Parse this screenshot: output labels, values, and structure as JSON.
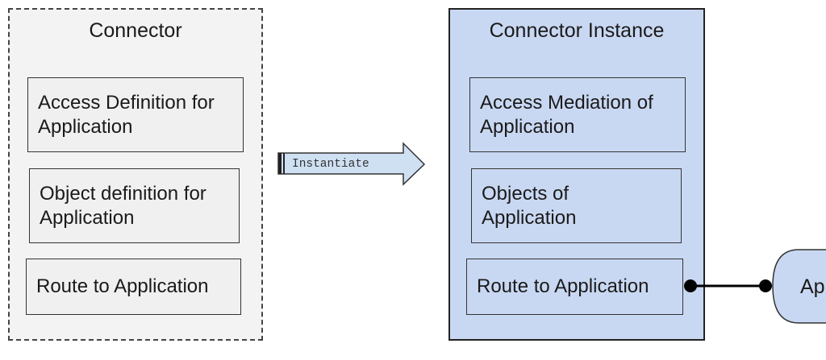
{
  "connector": {
    "title": "Connector",
    "boxes": [
      {
        "line1": "Access Definition for",
        "line2": "Application"
      },
      {
        "line1": "Object definition for",
        "line2": "Application"
      },
      {
        "line1": "Route to Application"
      }
    ]
  },
  "arrow": {
    "label": "Instantiate"
  },
  "instance": {
    "title": "Connector Instance",
    "boxes": [
      {
        "line1": "Access Mediation of",
        "line2": "Application"
      },
      {
        "line1": "Objects of",
        "line2": "Application"
      },
      {
        "line1": "Route to Application"
      }
    ]
  },
  "application_node": {
    "label": "Ap"
  },
  "colors": {
    "connector_fill": "#f3f3f3",
    "instance_fill": "#c9d8f2",
    "arrow_fill": "#cfe0f3",
    "stroke": "#333333"
  }
}
